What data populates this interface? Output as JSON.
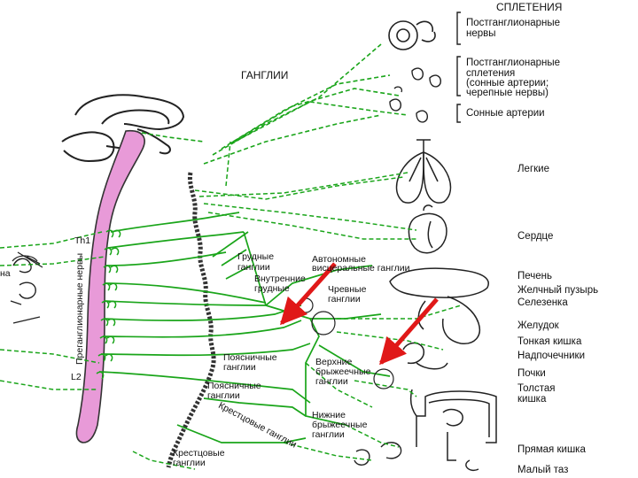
{
  "colors": {
    "nerve_green": "#1aa51a",
    "spinal_pink": "#e89ad8",
    "arrow_red": "#e01818",
    "outline": "#222222"
  },
  "headers": {
    "plexuses": "СПЛЕТЕНИЯ",
    "ganglia": "ГАНГЛИИ"
  },
  "right_labels": [
    "Постганглионарные",
    "нервы",
    "Постганглионарные",
    "сплетения",
    "(сонные артерии;",
    "черепные нервы)",
    "Сонные артерии",
    "Легкие",
    "Сердце",
    "Печень",
    "Желчный пузырь",
    "Селезенка",
    "Желудок",
    "Тонкая кишка",
    "Надпочечники",
    "Почки",
    "Толстая",
    "кишка",
    "Прямая кишка",
    "Малый таз"
  ],
  "ganglia_labels": {
    "thoracic": [
      "Грудные",
      "ганглии"
    ],
    "autonomic_visceral": [
      "Автономные",
      "висцеральные ганглии"
    ],
    "internal_thoracic": [
      "Внутренние",
      "грудные"
    ],
    "celiac": [
      "Чревные",
      "ганглии"
    ],
    "lumbar_1": [
      "Поясничные",
      "ганглии"
    ],
    "superior_mesenteric": [
      "Верхние",
      "брыжеечные",
      "ганглии"
    ],
    "lumbar_2": [
      "Поясничные",
      "ганглии"
    ],
    "sacral_diag": "Крестцовые ганглии",
    "inferior_mesenteric": [
      "Нижние",
      "брыжеечные",
      "ганглии"
    ],
    "sacral": [
      "Крестцовые",
      "ганглии"
    ]
  },
  "spinal_labels": {
    "th1": "Th1",
    "l2": "L2",
    "preganglionic": "Преганглионарные нервы"
  },
  "left_edge": "на"
}
